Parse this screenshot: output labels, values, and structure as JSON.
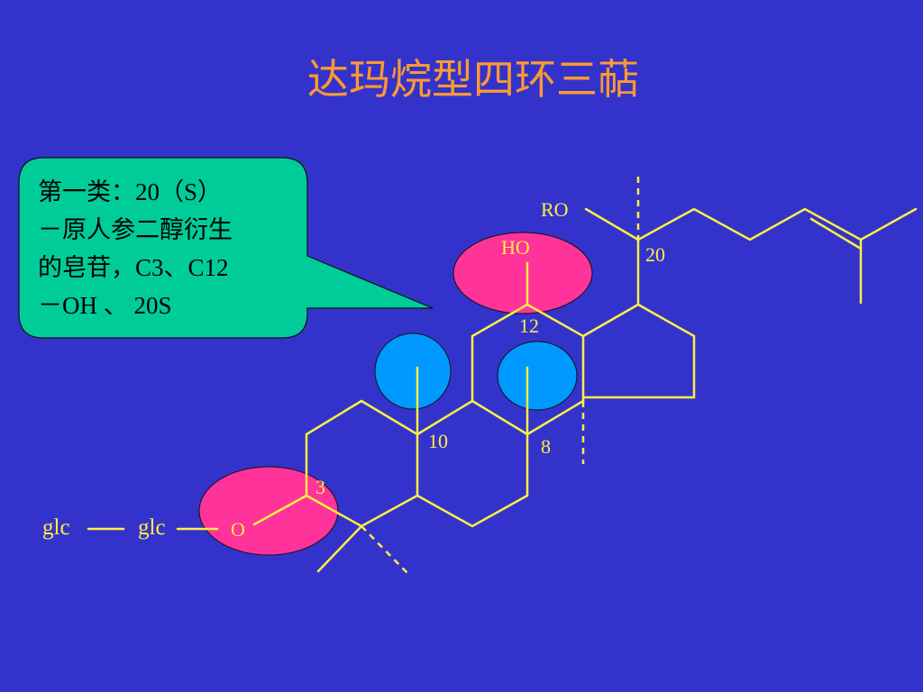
{
  "title": "达玛烷型四环三萜",
  "callout": {
    "lines": [
      "第一类：20（S）",
      "－原人参二醇衍生",
      "的皂苷，C3、C12",
      "－OH 、 20S"
    ]
  },
  "labels": {
    "ro": "RO",
    "ho": "HO",
    "c20": "20",
    "c12": "12",
    "c10": "10",
    "c8": "8",
    "c3": "3",
    "o": "O",
    "glc1": "glc",
    "glc2": "glc"
  },
  "colors": {
    "background": "#3333cc",
    "title": "#ff9933",
    "bond": "#ffee44",
    "highlight_pink": "#ff3399",
    "highlight_blue": "#0099ff",
    "callout_fill": "#00cc99"
  }
}
